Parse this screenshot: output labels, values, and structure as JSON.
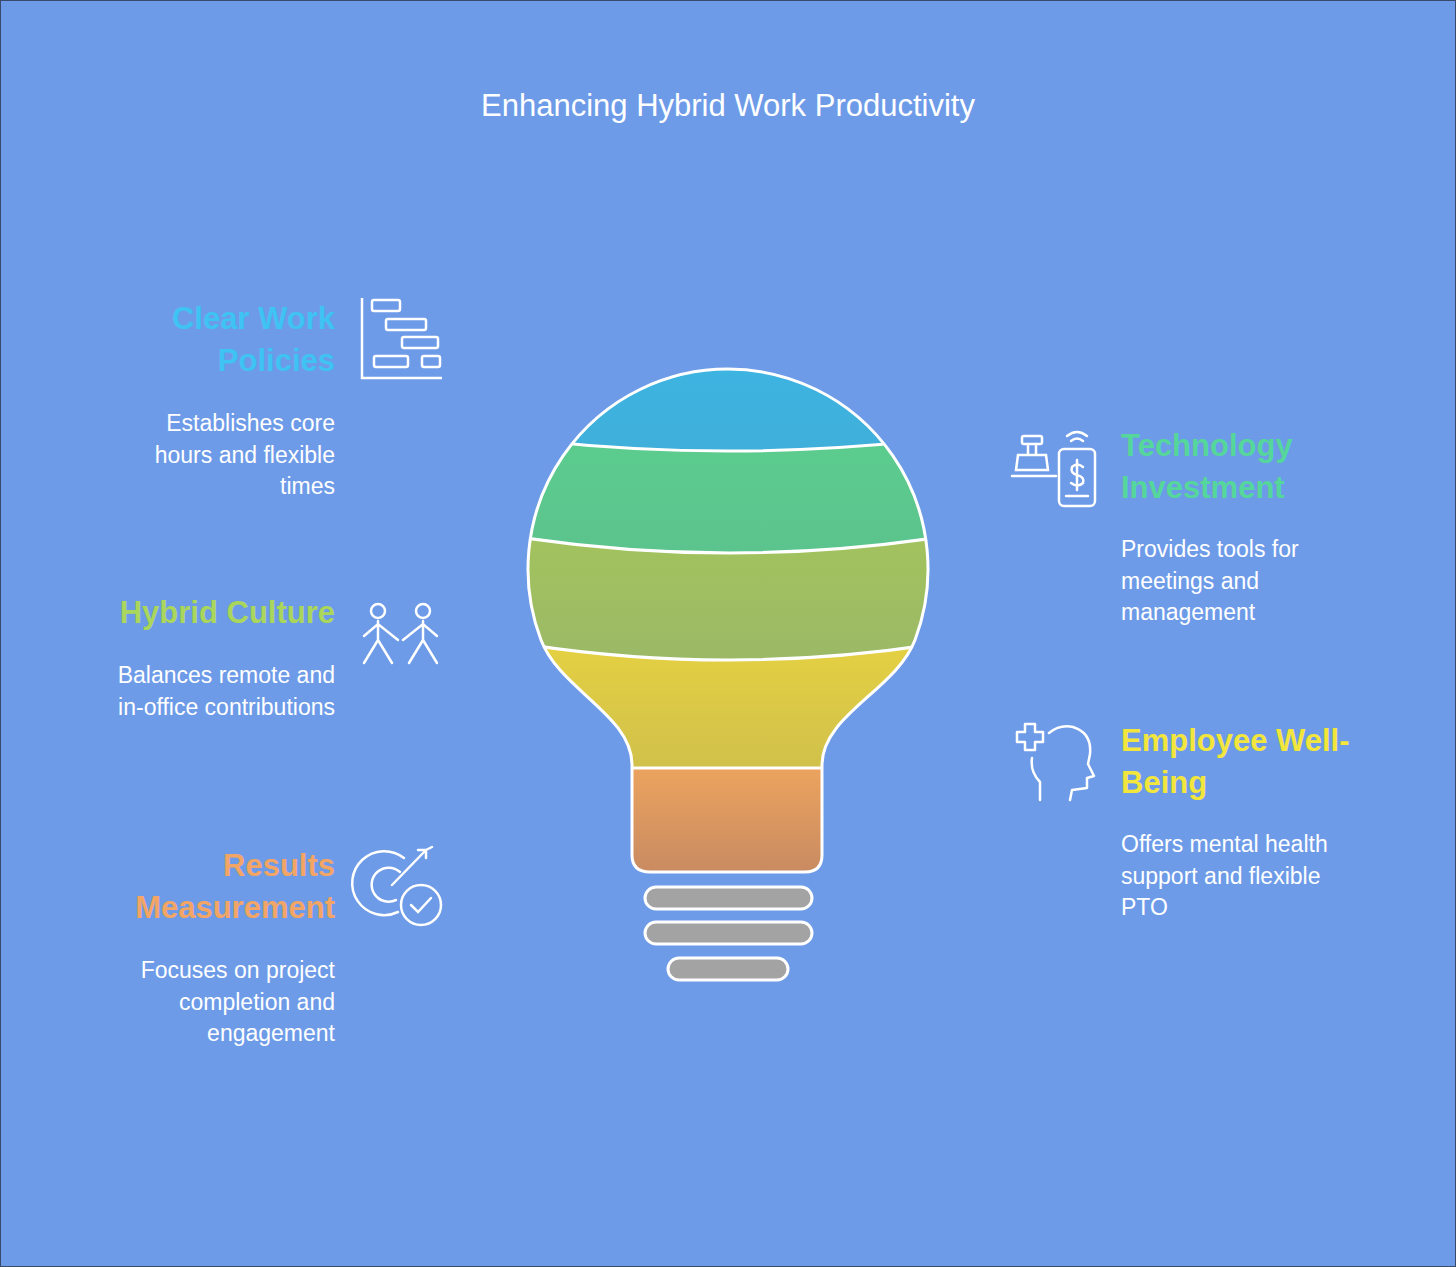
{
  "diagram": {
    "title": "Enhancing Hybrid Work Productivity",
    "labels": [
      "Clear Work Policies",
      "Establishes core hours and flexible times",
      "Technology Investment",
      "Provides tools for meetings and management",
      "Hybrid Culture",
      "Balances remote and in-office contributions",
      "Employee Well-Being",
      "Offers mental health support and flexible PTO",
      "Results Measurement",
      "Focuses on project completion and engagement"
    ]
  }
}
